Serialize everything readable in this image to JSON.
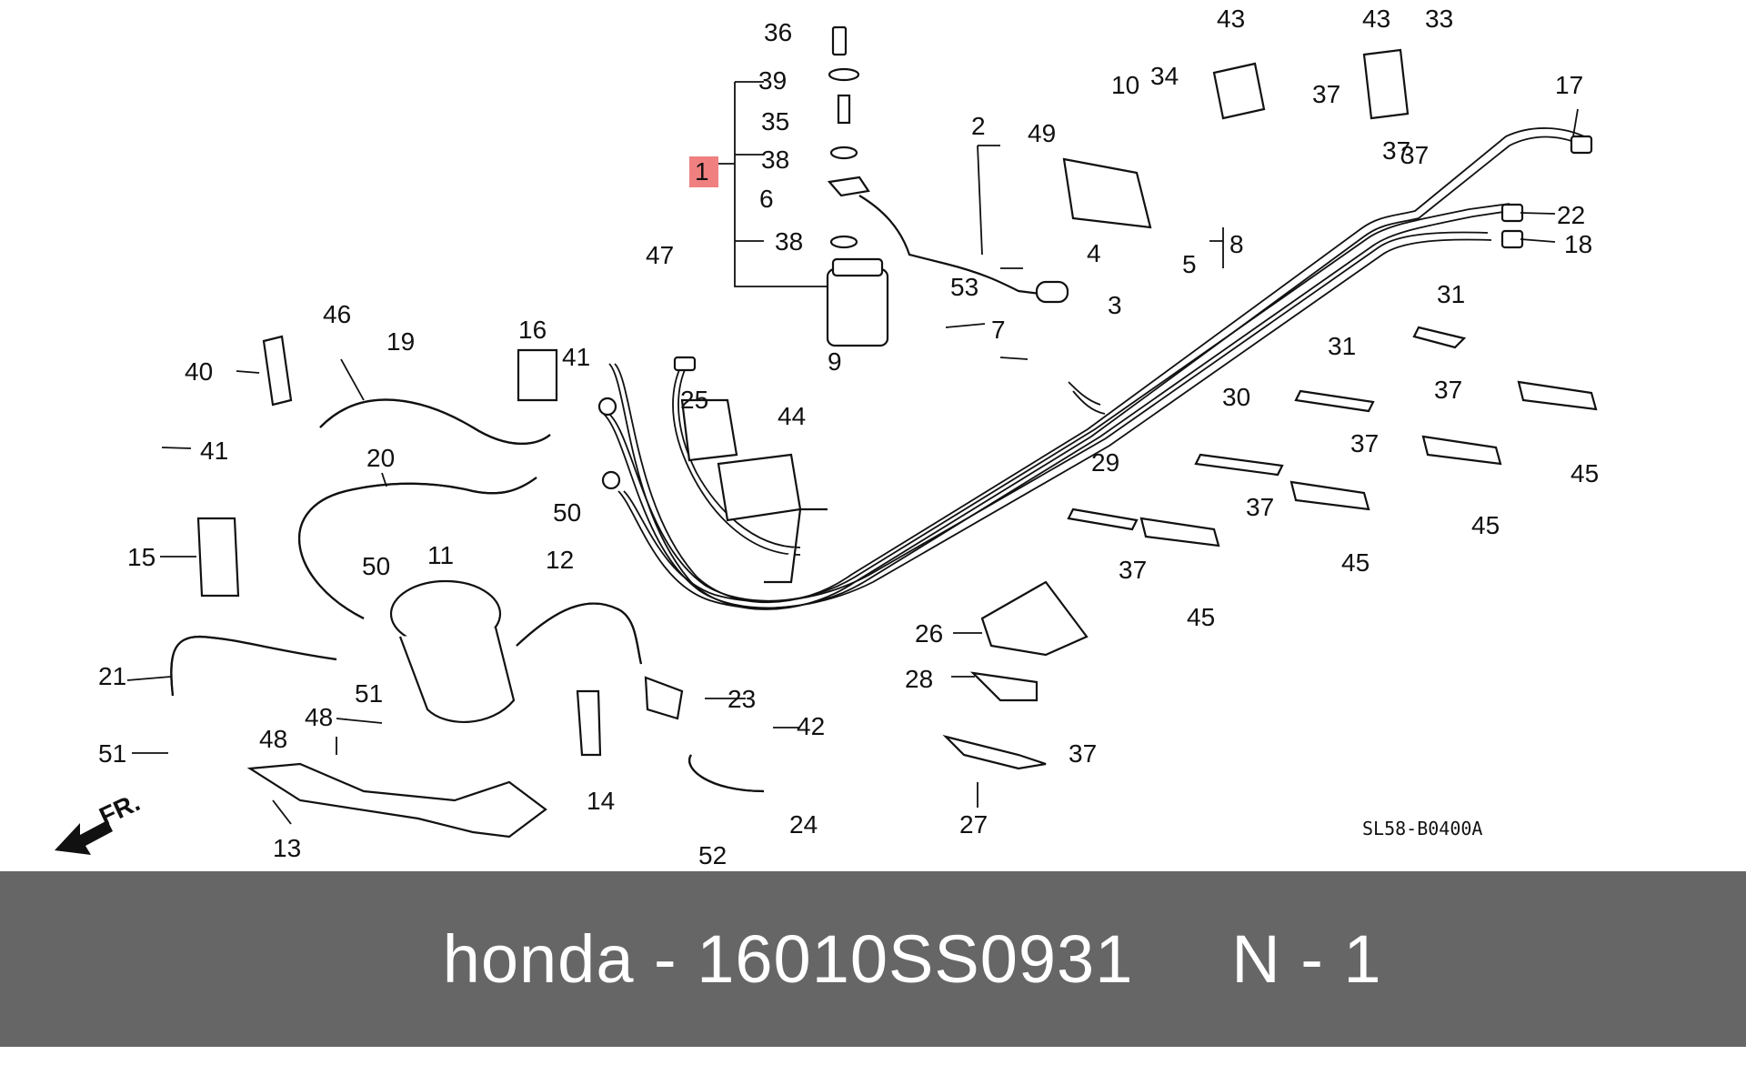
{
  "diagram": {
    "drawing_code": "SL58-B0400A",
    "direction_label": "FR.",
    "highlight_color": "#f08080",
    "highlighted_part": "1",
    "callouts": [
      "1",
      "2",
      "3",
      "4",
      "5",
      "6",
      "7",
      "8",
      "9",
      "10",
      "11",
      "12",
      "13",
      "14",
      "15",
      "16",
      "17",
      "18",
      "19",
      "20",
      "21",
      "22",
      "23",
      "24",
      "25",
      "26",
      "27",
      "28",
      "29",
      "30",
      "31",
      "31",
      "33",
      "34",
      "35",
      "36",
      "37",
      "37",
      "37",
      "37",
      "37",
      "37",
      "37",
      "37",
      "38",
      "38",
      "39",
      "40",
      "41",
      "41",
      "42",
      "43",
      "43",
      "44",
      "45",
      "45",
      "45",
      "45",
      "45",
      "46",
      "47",
      "48",
      "48",
      "49",
      "50",
      "50",
      "51",
      "51",
      "52",
      "53"
    ]
  },
  "footer": {
    "brand": "honda",
    "separator": " - ",
    "part_number": "16010SS0931",
    "spacer": "     ",
    "position": "N - 1",
    "background": "#666666",
    "text_color": "#ffffff"
  }
}
